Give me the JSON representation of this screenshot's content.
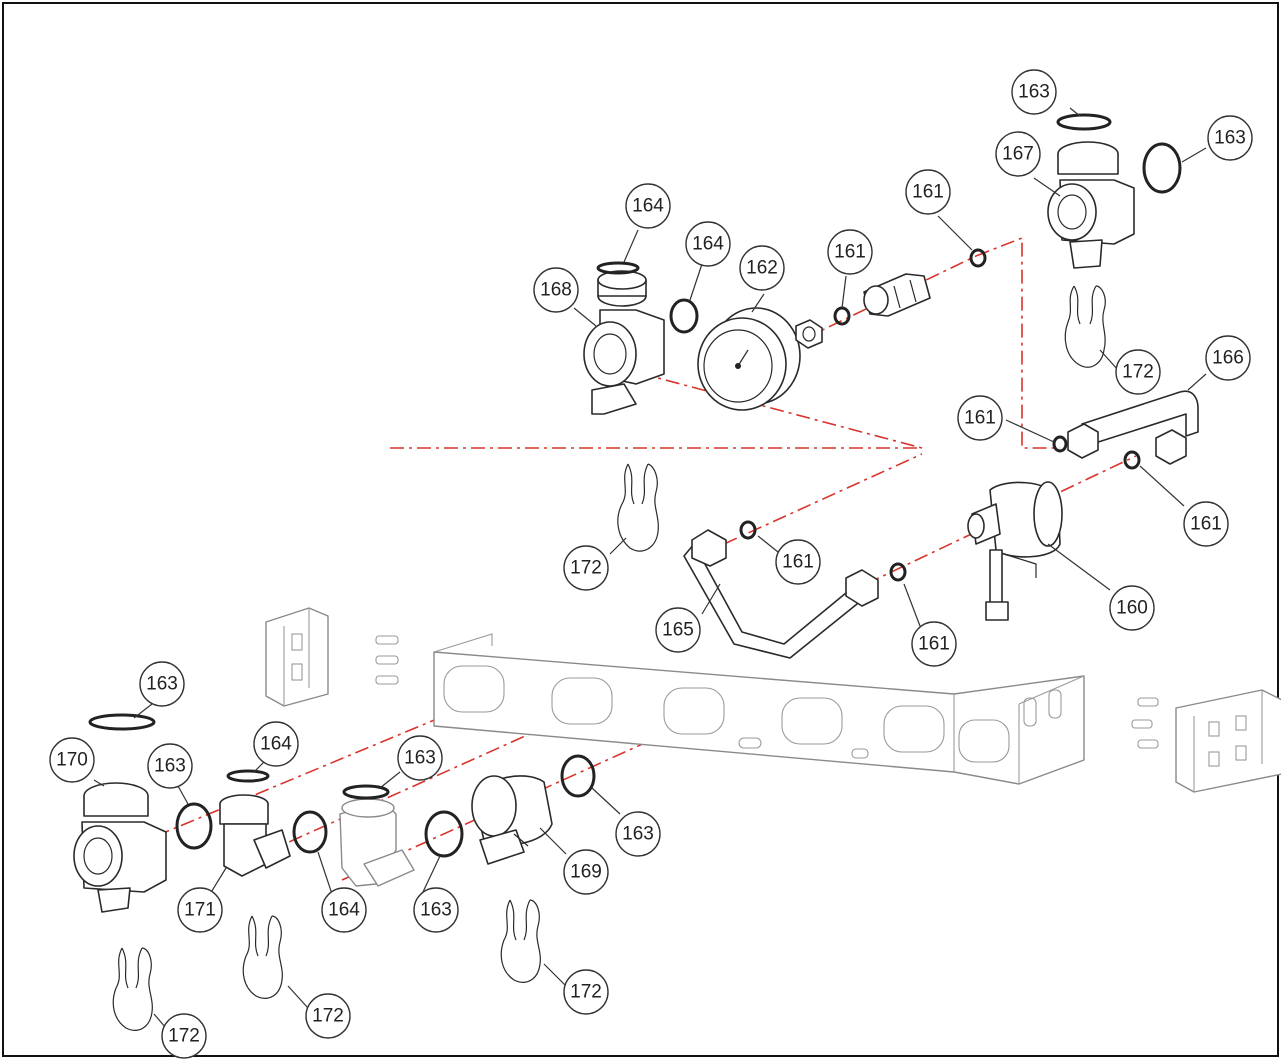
{
  "colors": {
    "flow_line": "#d9342b",
    "outline": "#2a2a2a",
    "light_outline": "#8a8a8a"
  },
  "callouts": {
    "c163_top": "163",
    "c163_top_right": "163",
    "c167": "167",
    "c164_a": "164",
    "c164_b": "164",
    "c162": "162",
    "c161_a": "161",
    "c161_b": "161",
    "c168": "168",
    "c172_top_right": "172",
    "c166": "166",
    "c161_c": "161",
    "c161_d": "161",
    "c172_mid": "172",
    "c161_e": "161",
    "c160": "160",
    "c165": "165",
    "c161_f": "161",
    "c163_left": "163",
    "c164_left": "164",
    "c170": "170",
    "c163_left2": "163",
    "c163_mid": "163",
    "c163_right": "163",
    "c169": "169",
    "c171": "171",
    "c164_bottom": "164",
    "c163_bottom": "163",
    "c172_bottom_mid": "172",
    "c172_bottom_a": "172",
    "c172_bottom_b": "172"
  },
  "icons": {
    "valve": "valve-icon",
    "gauge": "pressure-gauge-icon",
    "pump": "pump-icon",
    "clip": "spring-clip-icon",
    "seal": "o-ring-icon",
    "rail": "mounting-rail-icon",
    "bracket": "wall-bracket-icon",
    "screw": "screw-icon",
    "pipe": "pipe-icon",
    "nut": "nut-icon"
  }
}
